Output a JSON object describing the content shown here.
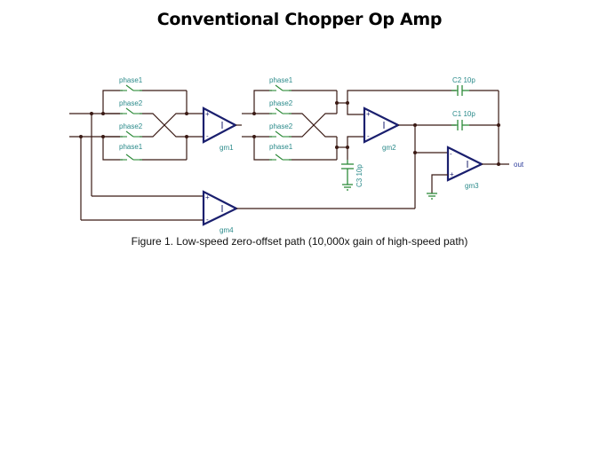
{
  "title": "Conventional Chopper Op Amp",
  "caption": "Figure 1. Low-speed zero-offset path (10,000x gain of high-speed path)",
  "switches": {
    "chopper1": [
      "phase1",
      "phase2",
      "phase2",
      "phase1"
    ],
    "chopper2": [
      "phase1",
      "phase2",
      "phase2",
      "phase1"
    ]
  },
  "amplifiers": {
    "gm1": "gm1",
    "gm2": "gm2",
    "gm3": "gm3",
    "gm4": "gm4"
  },
  "amp_symbol": {
    "plus": "+",
    "minus": "-",
    "current": "I"
  },
  "capacitors": {
    "c1": "C1 10p",
    "c2": "C2 10p",
    "c3": "C3 10p"
  },
  "output_label": "out",
  "colors": {
    "wire": "#3a1a14",
    "switch": "#2e8b3a",
    "amplifier": "#1a1f6e",
    "label": "#2a8a8a"
  }
}
